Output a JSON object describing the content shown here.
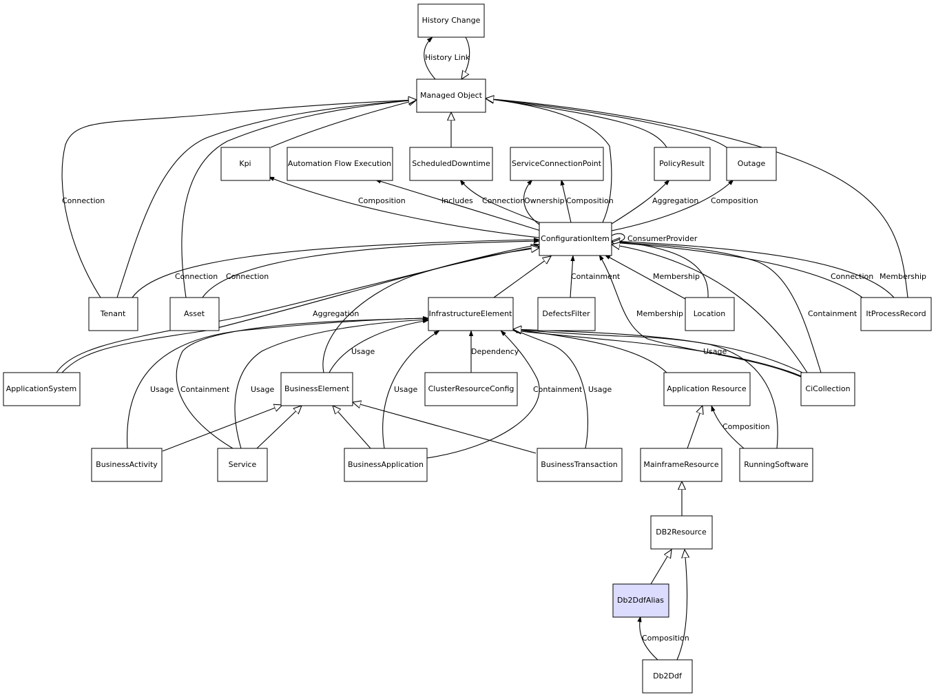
{
  "nodes": {
    "history_change": "History Change",
    "managed_object": "Managed Object",
    "kpi": "Kpi",
    "automation_flow_execution": "Automation Flow Execution",
    "scheduled_downtime": "ScheduledDowntime",
    "service_connection_point": "ServiceConnectionPoint",
    "policy_result": "PolicyResult",
    "outage": "Outage",
    "configuration_item": "ConfigurationItem",
    "tenant": "Tenant",
    "asset": "Asset",
    "infrastructure_element": "InfrastructureElement",
    "defects_filter": "DefectsFilter",
    "location": "Location",
    "it_process_record": "ItProcessRecord",
    "application_system": "ApplicationSystem",
    "business_element": "BusinessElement",
    "cluster_resource_config": "ClusterResourceConfig",
    "application_resource": "Application Resource",
    "ci_collection": "CiCollection",
    "business_activity": "BusinessActivity",
    "service": "Service",
    "business_application": "BusinessApplication",
    "business_transaction": "BusinessTransaction",
    "mainframe_resource": "MainframeResource",
    "running_software": "RunningSoftware",
    "db2_resource": "DB2Resource",
    "db2_ddf_alias": "Db2DdfAlias",
    "db2_ddf": "Db2Ddf"
  },
  "edge_labels": {
    "history_link": "History Link",
    "tenant_mo_connection": "Connection",
    "kpi_composition": "Composition",
    "afe_includes": "Includes",
    "sd_connection": "Connection",
    "scp_ownership": "Ownership",
    "scp_composition": "Composition",
    "pr_aggregation": "Aggregation",
    "outage_composition": "Composition",
    "consumer_provider": "ConsumerProvider",
    "tenant_ci_connection": "Connection",
    "asset_ci_connection": "Connection",
    "containment_defects": "Containment",
    "location_membership": "Membership",
    "itpr_connection": "Connection",
    "itpr_membership": "Membership",
    "appsys_aggregation": "Aggregation",
    "cicoll_membership": "Membership",
    "cicoll_containment": "Containment",
    "be_usage": "Usage",
    "cluster_dependency": "Dependency",
    "cicoll_usage": "Usage",
    "ba_usage": "Usage",
    "service_containment": "Containment",
    "service_usage": "Usage",
    "bapp_usage": "Usage",
    "bapp_containment": "Containment",
    "bt_usage": "Usage",
    "rs_composition": "Composition",
    "ddf_composition": "Composition"
  }
}
